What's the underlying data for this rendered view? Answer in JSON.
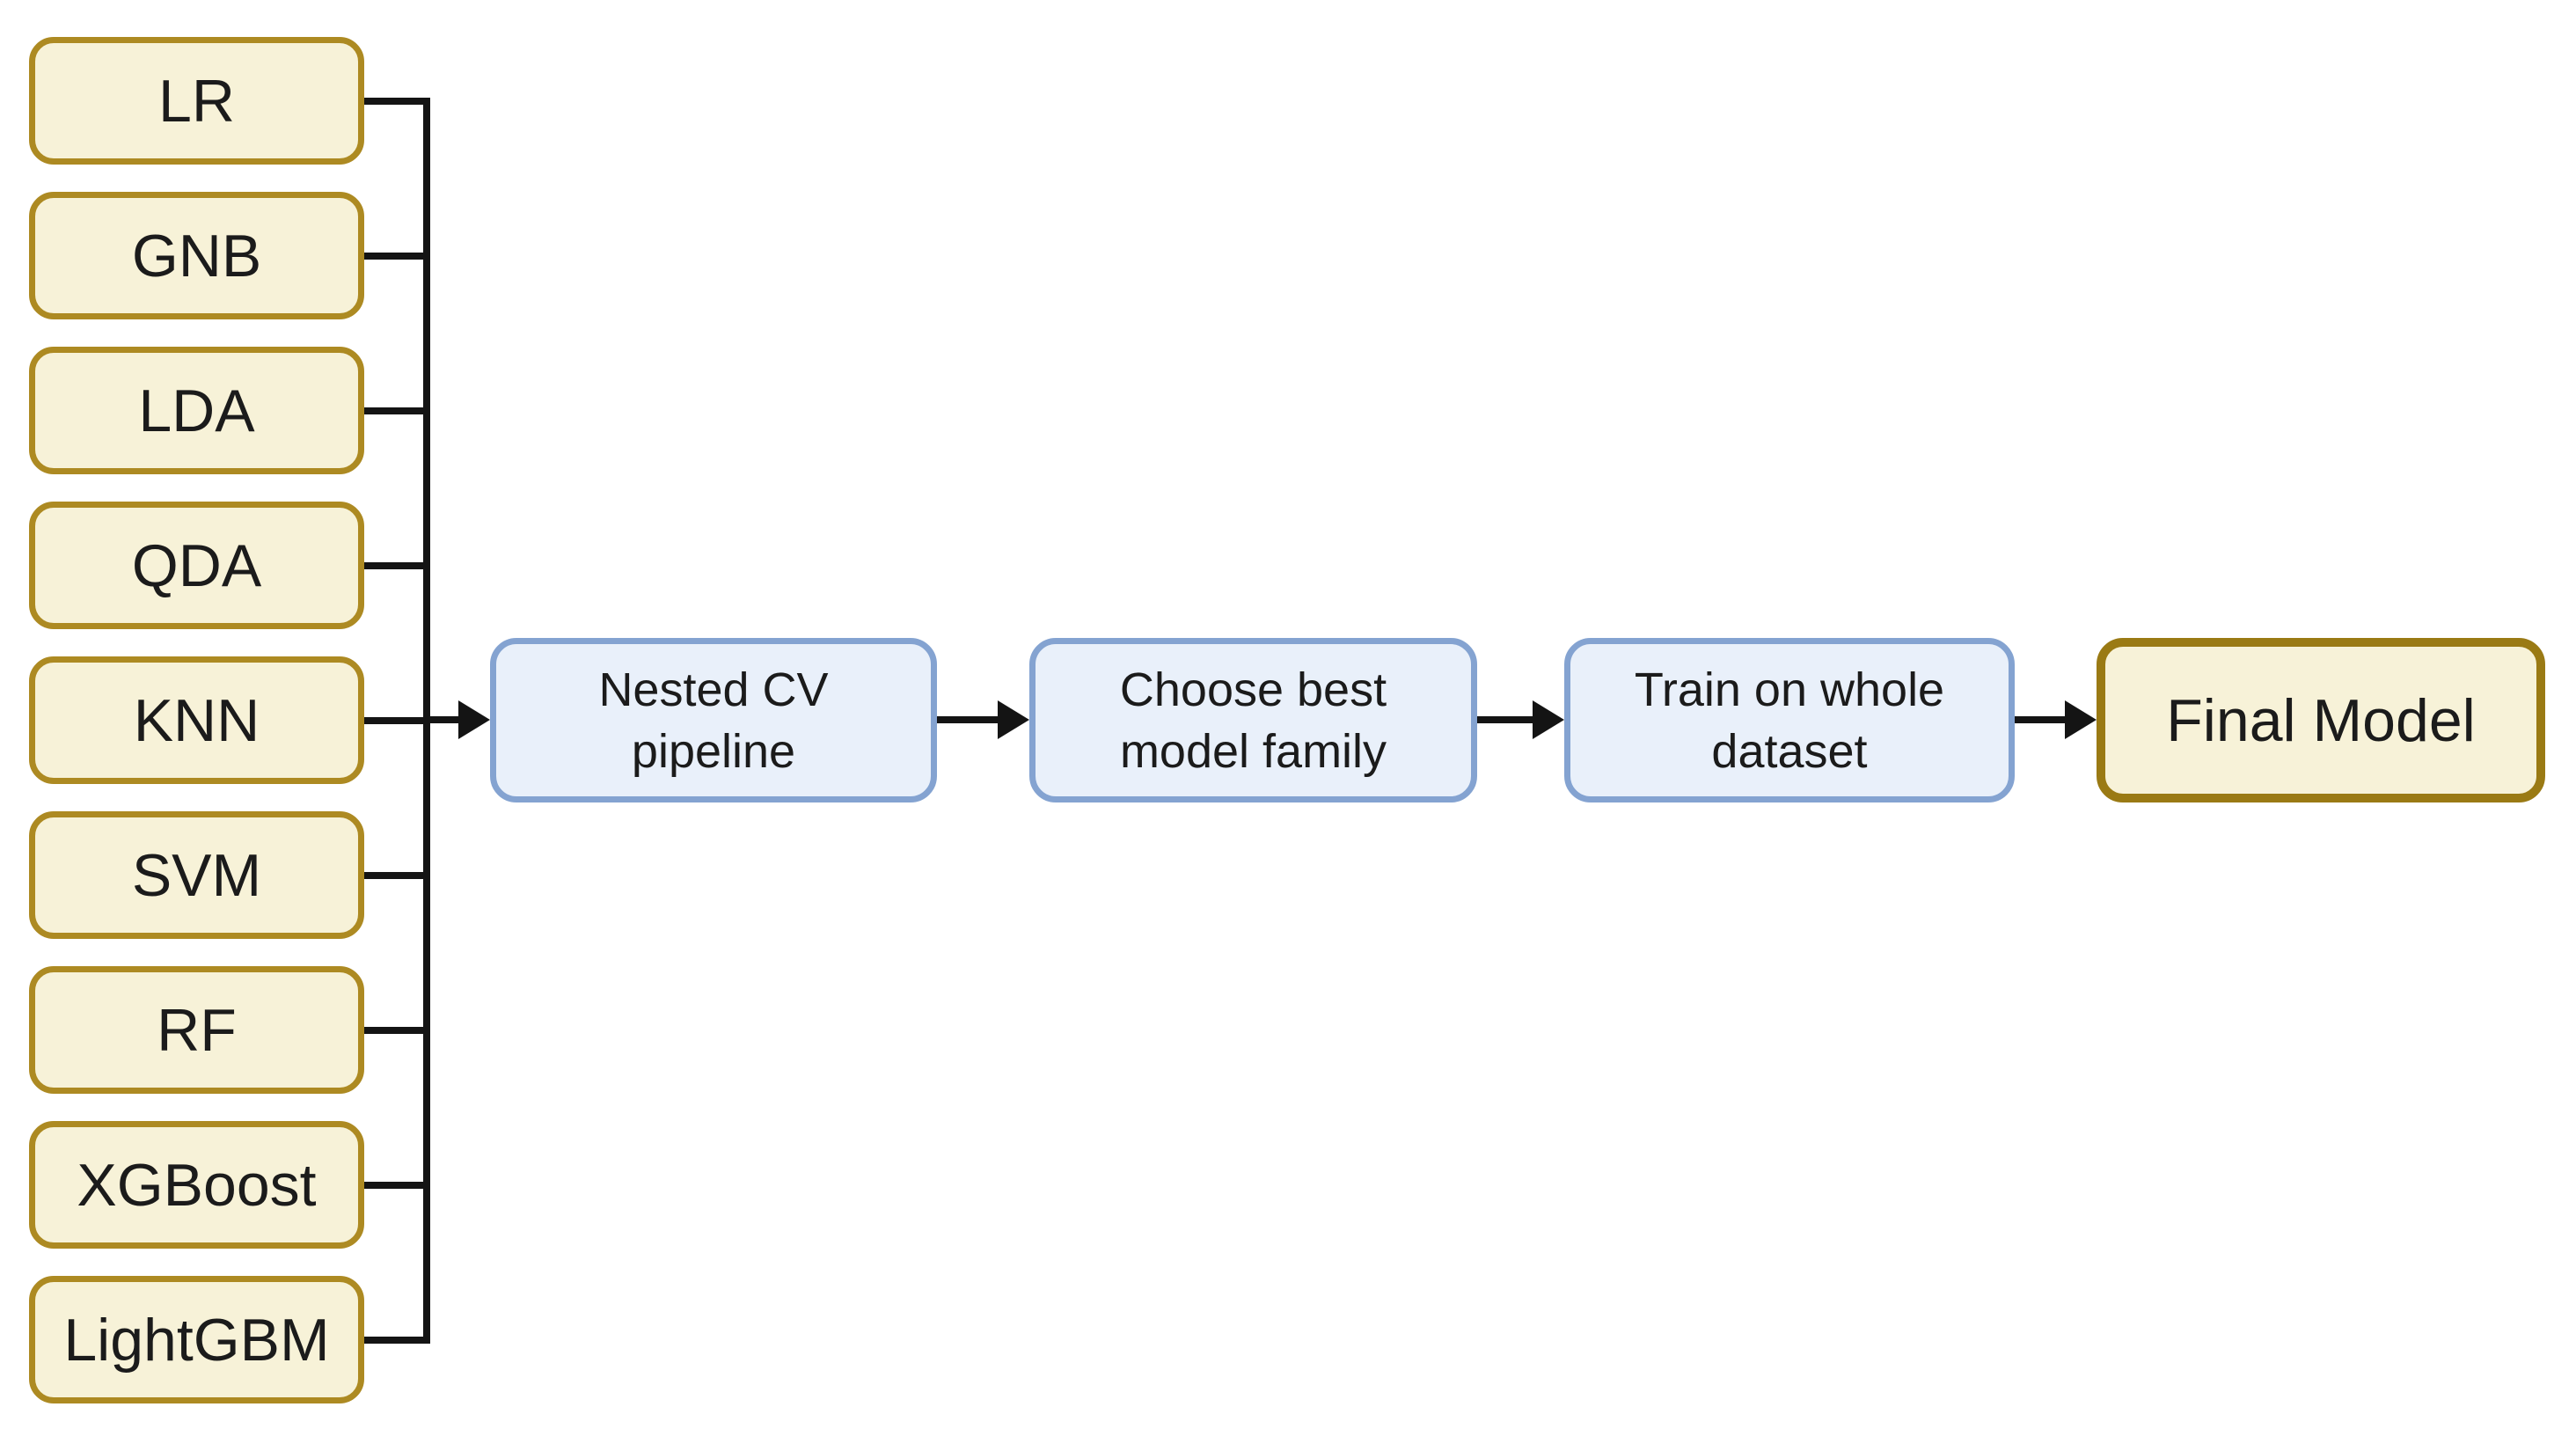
{
  "diagram": {
    "type": "flowchart",
    "model_boxes": [
      "LR",
      "GNB",
      "LDA",
      "QDA",
      "KNN",
      "SVM",
      "RF",
      "XGBoost",
      "LightGBM"
    ],
    "flow_steps": [
      {
        "id": "nested-cv-pipeline",
        "lines": [
          "Nested CV",
          "pipeline"
        ]
      },
      {
        "id": "choose-best-model-family",
        "lines": [
          "Choose best",
          "model family"
        ]
      },
      {
        "id": "train-on-whole-dataset",
        "lines": [
          "Train on whole",
          "dataset"
        ]
      },
      {
        "id": "final-model",
        "lines": [
          "Final Model"
        ]
      }
    ],
    "edges": [
      {
        "from": "LR, GNB, LDA, QDA, KNN, SVM, RF, XGBoost, LightGBM",
        "to": "Nested CV pipeline"
      },
      {
        "from": "Nested CV pipeline",
        "to": "Choose best model family"
      },
      {
        "from": "Choose best model family",
        "to": "Train on whole dataset"
      },
      {
        "from": "Train on whole dataset",
        "to": "Final Model"
      }
    ],
    "colors": {
      "model_box_fill": "#f7f2d8",
      "model_box_border": "#ad8a22",
      "final_box_fill": "#f7f2d8",
      "final_box_border": "#9a7a14",
      "step_box_fill": "#e9f0fa",
      "step_box_border": "#84a3d1",
      "connector_line": "#141414",
      "text_color": "#1b1b1b",
      "background": "#ffffff"
    }
  }
}
